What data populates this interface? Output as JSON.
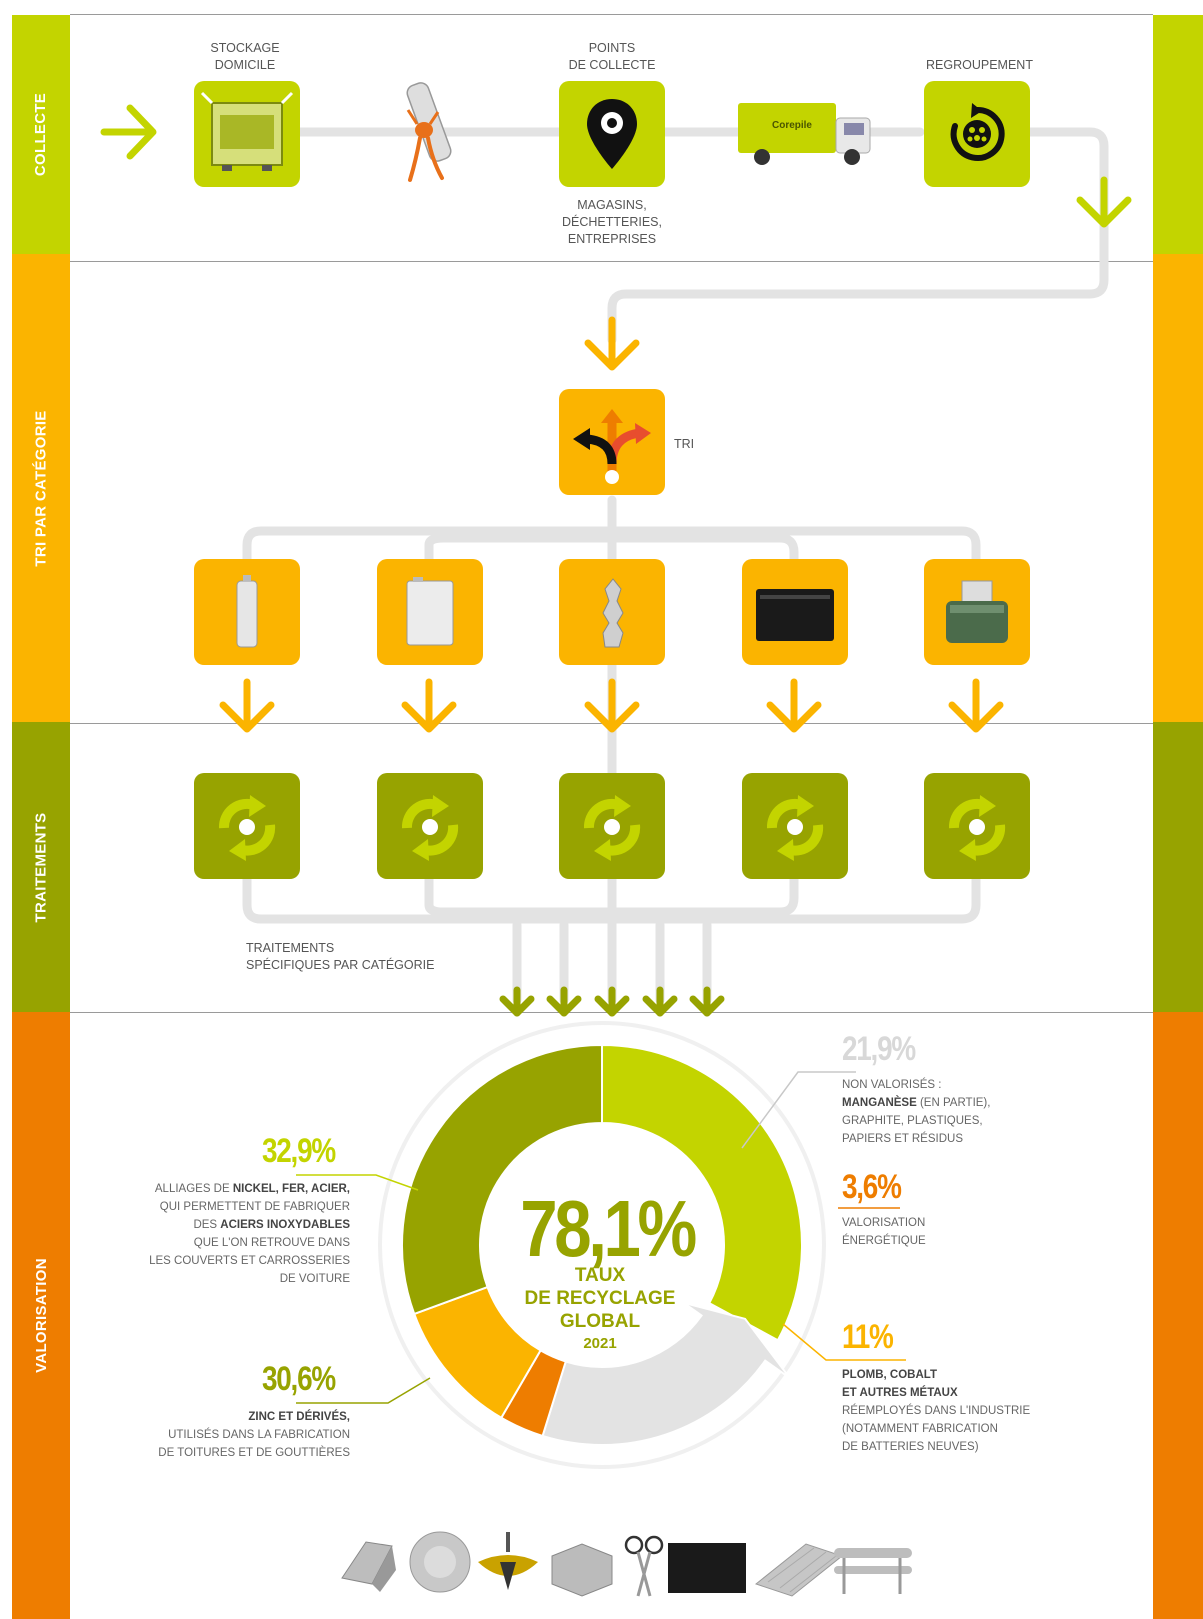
{
  "sections": {
    "collecte": "COLLECTE",
    "tri": "TRI PAR CATÉGORIE",
    "traitements": "TRAITEMENTS",
    "valorisation": "VALORISATION"
  },
  "collect": {
    "stockage": "STOCKAGE\nDOMICILE",
    "points": "POINTS\nDE COLLECTE",
    "points_sub": "MAGASINS,\nDÉCHETTERIES,\nENTREPRISES",
    "regroupement": "REGROUPEMENT",
    "truck_brand": "Corepile"
  },
  "tri": {
    "label": "TRI"
  },
  "traitements": {
    "label": "TRAITEMENTS\nSPÉCIFIQUES PAR CATÉGORIE"
  },
  "colors": {
    "lime": "#c3d400",
    "olive": "#97a300",
    "yellow": "#fbb400",
    "orange": "#ee7d00",
    "grey": "#e3e3e3"
  },
  "chart_data": {
    "type": "pie",
    "categories": [
      "32,9%",
      "21,9%",
      "3,6%",
      "11%",
      "30,6%"
    ],
    "values": [
      32.9,
      21.9,
      3.6,
      11,
      30.6
    ],
    "center_value": "78,1%",
    "center_label": "TAUX\nDE RECYCLAGE\nGLOBAL",
    "center_year": "2021"
  },
  "slices": {
    "s1": {
      "pct": "32,9%",
      "pre": "ALLIAGES DE ",
      "bold": "NICKEL, FER, ACIER,",
      "l2": "QUI PERMETTENT DE FABRIQUER",
      "l3pre": "DES ",
      "l3bold": "ACIERS INOXYDABLES",
      "l4": "QUE L'ON RETROUVE DANS",
      "l5": "LES COUVERTS ET CARROSSERIES",
      "l6": "DE VOITURE"
    },
    "s2": {
      "pct": "21,9%",
      "l1": "NON VALORISÉS :",
      "bold": "MANGANÈSE",
      "l2rest": " (EN PARTIE),",
      "l3": "GRAPHITE, PLASTIQUES,",
      "l4": "PAPIERS ET RÉSIDUS"
    },
    "s3": {
      "pct": "3,6%",
      "l1": "VALORISATION",
      "l2": "ÉNERGÉTIQUE"
    },
    "s4": {
      "pct": "11%",
      "b1": "PLOMB, COBALT",
      "b2": "ET AUTRES MÉTAUX",
      "l3": "RÉEMPLOYÉS DANS L'INDUSTRIE",
      "l4": "(NOTAMMENT FABRICATION",
      "l5": "DE BATTERIES NEUVES)"
    },
    "s5": {
      "pct": "30,6%",
      "bold": "ZINC ET DÉRIVÉS,",
      "l2": "UTILISÉS DANS LA FABRICATION",
      "l3": "DE TOITURES ET DE GOUTTIÈRES"
    }
  }
}
